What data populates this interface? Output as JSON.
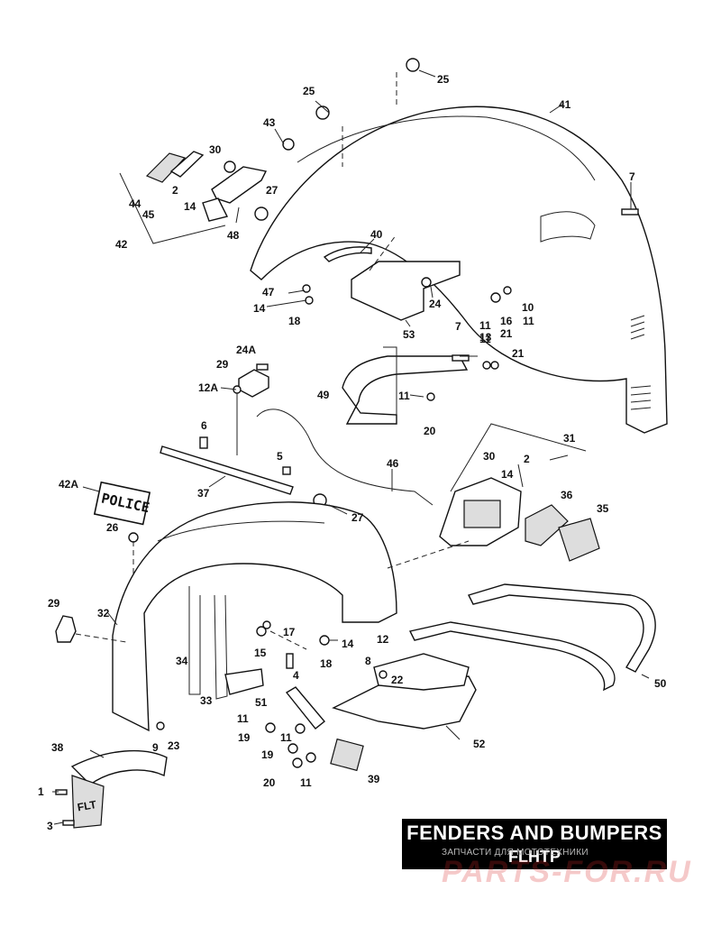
{
  "title": {
    "line1": "FENDERS AND BUMPERS",
    "line2": "FLHTP"
  },
  "watermark": {
    "subtitle": "ЗАПЧАСТИ ДЛЯ МОТОТЕХНИКИ",
    "brand": "PARTS-FOR.RU"
  },
  "plate_text": "POLICE",
  "emblem_text": "FLT",
  "callouts": [
    {
      "id": "25-top",
      "text": "25"
    },
    {
      "id": "25-mid",
      "text": "25"
    },
    {
      "id": "41",
      "text": "41"
    },
    {
      "id": "43",
      "text": "43"
    },
    {
      "id": "30-top",
      "text": "30"
    },
    {
      "id": "7-top",
      "text": "7"
    },
    {
      "id": "44",
      "text": "44"
    },
    {
      "id": "45",
      "text": "45"
    },
    {
      "id": "2-top",
      "text": "2"
    },
    {
      "id": "14-top",
      "text": "14"
    },
    {
      "id": "27-top",
      "text": "27"
    },
    {
      "id": "48",
      "text": "48"
    },
    {
      "id": "42",
      "text": "42"
    },
    {
      "id": "40",
      "text": "40"
    },
    {
      "id": "47",
      "text": "47"
    },
    {
      "id": "14-b",
      "text": "14"
    },
    {
      "id": "18-top",
      "text": "18"
    },
    {
      "id": "24",
      "text": "24"
    },
    {
      "id": "53",
      "text": "53"
    },
    {
      "id": "10",
      "text": "10"
    },
    {
      "id": "11-r1",
      "text": "11"
    },
    {
      "id": "16",
      "text": "16"
    },
    {
      "id": "21-a",
      "text": "21"
    },
    {
      "id": "11-r2",
      "text": "11"
    },
    {
      "id": "7-mid",
      "text": "7"
    },
    {
      "id": "11-c",
      "text": "11"
    },
    {
      "id": "13",
      "text": "13"
    },
    {
      "id": "21-b",
      "text": "21"
    },
    {
      "id": "24A",
      "text": "24A"
    },
    {
      "id": "29-top",
      "text": "29"
    },
    {
      "id": "12A",
      "text": "12A"
    },
    {
      "id": "49",
      "text": "49"
    },
    {
      "id": "11-d",
      "text": "11"
    },
    {
      "id": "20-top",
      "text": "20"
    },
    {
      "id": "6",
      "text": "6"
    },
    {
      "id": "31",
      "text": "31"
    },
    {
      "id": "5",
      "text": "5"
    },
    {
      "id": "46",
      "text": "46"
    },
    {
      "id": "30-mid",
      "text": "30"
    },
    {
      "id": "2-mid",
      "text": "2"
    },
    {
      "id": "14-mid",
      "text": "14"
    },
    {
      "id": "42A",
      "text": "42A"
    },
    {
      "id": "37",
      "text": "37"
    },
    {
      "id": "27-mid",
      "text": "27"
    },
    {
      "id": "36",
      "text": "36"
    },
    {
      "id": "35",
      "text": "35"
    },
    {
      "id": "26",
      "text": "26"
    },
    {
      "id": "29-l",
      "text": "29"
    },
    {
      "id": "32",
      "text": "32"
    },
    {
      "id": "34",
      "text": "34"
    },
    {
      "id": "17",
      "text": "17"
    },
    {
      "id": "15",
      "text": "15"
    },
    {
      "id": "14-low",
      "text": "14"
    },
    {
      "id": "18-low",
      "text": "18"
    },
    {
      "id": "4",
      "text": "4"
    },
    {
      "id": "12",
      "text": "12"
    },
    {
      "id": "8",
      "text": "8"
    },
    {
      "id": "22",
      "text": "22"
    },
    {
      "id": "50",
      "text": "50"
    },
    {
      "id": "33",
      "text": "33"
    },
    {
      "id": "51",
      "text": "51"
    },
    {
      "id": "11-e",
      "text": "11"
    },
    {
      "id": "19-a",
      "text": "19"
    },
    {
      "id": "11-f",
      "text": "11"
    },
    {
      "id": "19-b",
      "text": "19"
    },
    {
      "id": "52",
      "text": "52"
    },
    {
      "id": "9",
      "text": "9"
    },
    {
      "id": "23",
      "text": "23"
    },
    {
      "id": "38",
      "text": "38"
    },
    {
      "id": "20-low",
      "text": "20"
    },
    {
      "id": "11-g",
      "text": "11"
    },
    {
      "id": "39",
      "text": "39"
    },
    {
      "id": "1",
      "text": "1"
    },
    {
      "id": "3",
      "text": "3"
    }
  ]
}
